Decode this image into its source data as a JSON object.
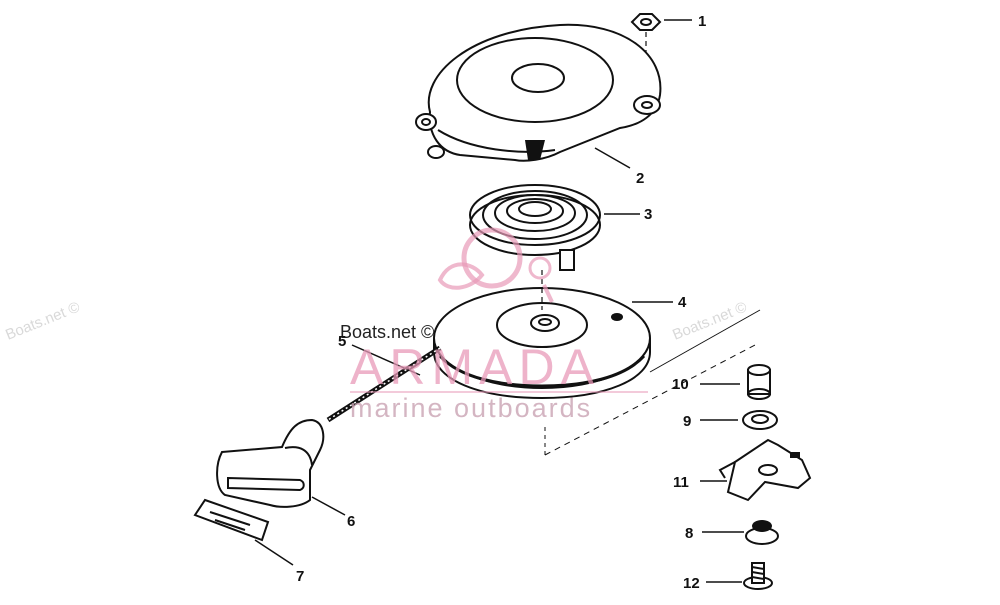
{
  "callouts": [
    "1",
    "2",
    "3",
    "4",
    "5",
    "6",
    "7",
    "8",
    "9",
    "10",
    "11",
    "12"
  ],
  "watermark": {
    "brand": "ARMADA",
    "tagline": "marine outboards",
    "site": "Boats.net ©"
  }
}
